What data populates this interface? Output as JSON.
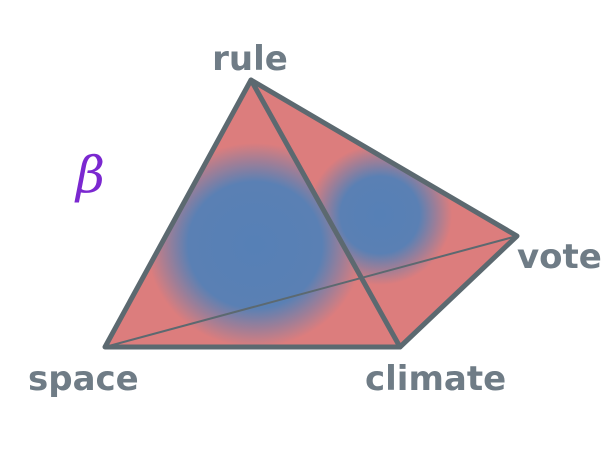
{
  "diagram": {
    "symbol": "β",
    "vertices": {
      "rule": "rule",
      "vote": "vote",
      "space": "space",
      "climate": "climate"
    }
  },
  "colors": {
    "face_pink": "#dc7d7d",
    "blob_blue": "#5680b6",
    "edge": "#5c6970",
    "label": "#6f7c86",
    "symbol": "#7b28d0",
    "background": "#ffffff"
  }
}
